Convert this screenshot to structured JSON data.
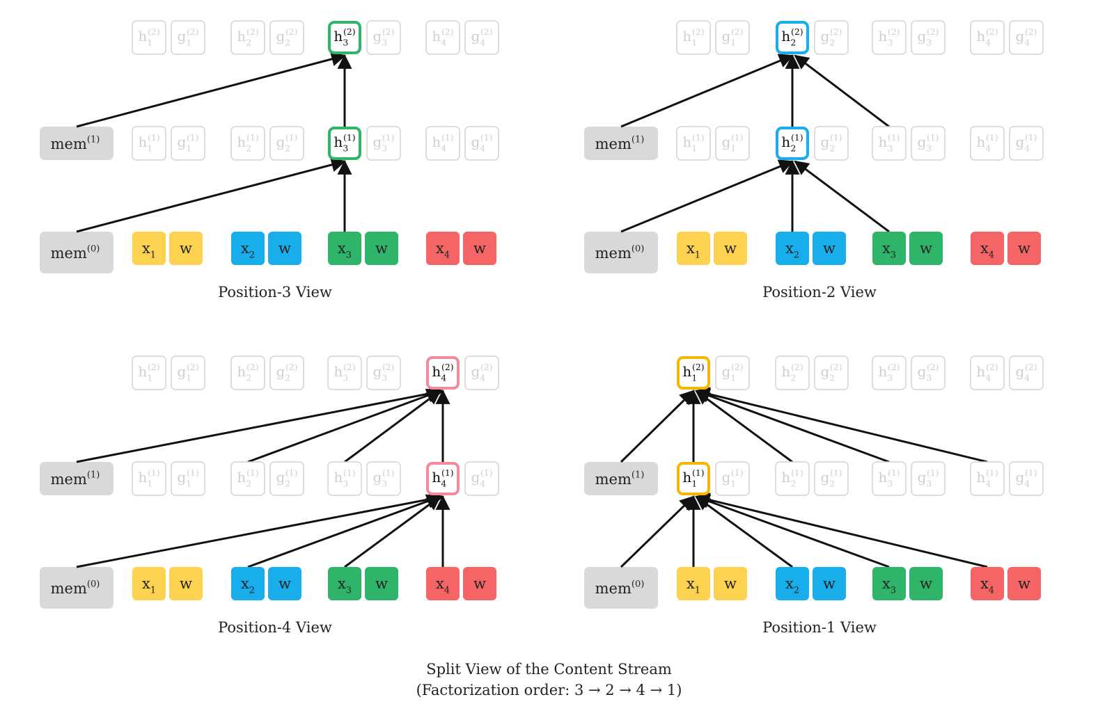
{
  "colors": {
    "yellow": "#fcd250",
    "blue": "#17aeeb",
    "green": "#2fb56a",
    "red": "#f56565",
    "pink": "#f28b9e",
    "gold": "#f5b700",
    "grey": "#d9d9d9",
    "ghost": "#d4d4d4",
    "arrow": "#111111"
  },
  "labels": {
    "mem0": "mem",
    "mem0_sup": "(0)",
    "mem1": "mem",
    "mem1_sup": "(1)",
    "w": "w",
    "x": "x",
    "h": "h",
    "g": "g",
    "layer1_sup": "(1)",
    "layer2_sup": "(2)"
  },
  "views": [
    {
      "caption": "Position-3 View",
      "target": 3,
      "target_color": "green",
      "sources_layer1": [
        3
      ],
      "sources_layer2": [
        3
      ]
    },
    {
      "caption": "Position-2 View",
      "target": 2,
      "target_color": "blue",
      "sources_layer1": [
        2,
        3
      ],
      "sources_layer2": [
        2,
        3
      ]
    },
    {
      "caption": "Position-4 View",
      "target": 4,
      "target_color": "pink",
      "sources_layer1": [
        2,
        3,
        4
      ],
      "sources_layer2": [
        2,
        3,
        4
      ]
    },
    {
      "caption": "Position-1 View",
      "target": 1,
      "target_color": "gold",
      "sources_layer1": [
        1,
        2,
        3,
        4
      ],
      "sources_layer2": [
        1,
        2,
        3,
        4
      ]
    }
  ],
  "tokens": [
    {
      "index": 1,
      "x_label": "x",
      "sub": "1",
      "color": "yellow"
    },
    {
      "index": 2,
      "x_label": "x",
      "sub": "2",
      "color": "blue"
    },
    {
      "index": 3,
      "x_label": "x",
      "sub": "3",
      "color": "green"
    },
    {
      "index": 4,
      "x_label": "x",
      "sub": "4",
      "color": "red"
    }
  ],
  "footer": {
    "title": "Split View of the Content Stream",
    "order": "(Factorization order: 3 → 2 → 4 → 1)"
  }
}
